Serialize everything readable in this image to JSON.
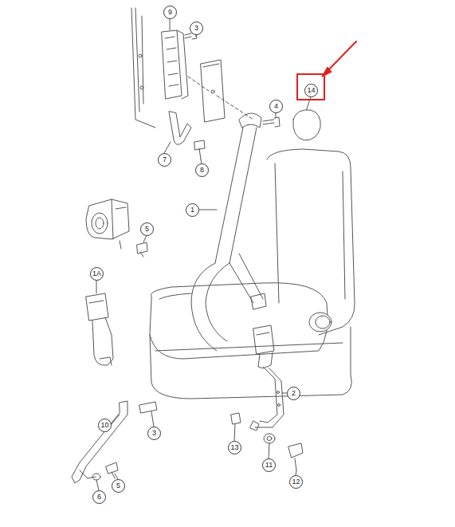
{
  "diagram": {
    "labels": [
      "9",
      "3",
      "14",
      "4",
      "7",
      "8",
      "1",
      "5",
      "1A",
      "2",
      "10",
      "3",
      "13",
      "11",
      "6",
      "5",
      "12"
    ]
  }
}
